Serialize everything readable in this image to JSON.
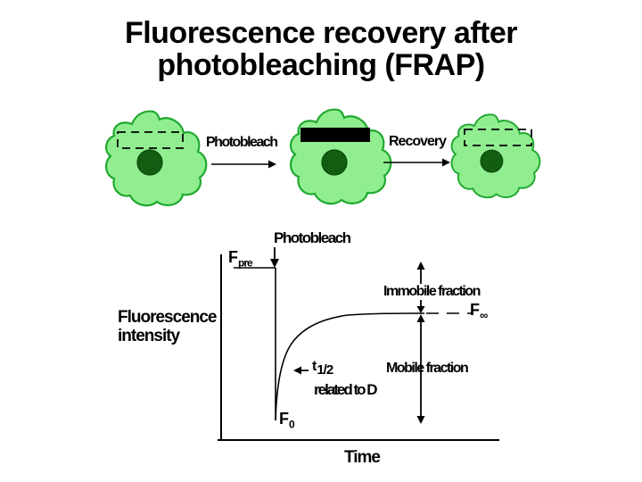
{
  "slide": {
    "title_line1": "Fluorescence recovery after",
    "title_line2": "photobleaching (FRAP)"
  },
  "diagram": {
    "step1_label": "Photobleach",
    "step2_label": "Recovery"
  },
  "graph": {
    "photobleach_label": "Photobleach",
    "ylabel_line1": "Fluorescence",
    "ylabel_line2": "intensity",
    "xlabel": "Time",
    "f_pre_base": "F",
    "f_pre_sub": "pre",
    "f_inf_base": "F",
    "f_inf_sub": "∞",
    "f_zero_base": "F",
    "f_zero_sub": "0",
    "t_half_base": "t",
    "t_half_sub": "1/2",
    "related_to_d": "related to D",
    "immobile_label": "Immobile fraction",
    "mobile_label": "Mobile fraction"
  },
  "colors": {
    "background": "#FFFFFF",
    "text": "#000000",
    "cell_fill": "#90EE90",
    "cell_outline": "#1FA82F",
    "nucleus_fill": "#1E7E1E",
    "nucleus_hatch": "#0A4A0A"
  },
  "chart_data": {
    "type": "line",
    "title": "FRAP recovery curve (schematic, unlabeled axes)",
    "xlabel": "Time",
    "ylabel": "Fluorescence intensity",
    "x": [
      -2,
      -0.01,
      0,
      0.25,
      0.5,
      0.75,
      1,
      1.5,
      2,
      3,
      4,
      5,
      6,
      8
    ],
    "series": [
      {
        "name": "Fluorescence intensity",
        "values": [
          1.0,
          1.0,
          0.1,
          0.35,
          0.5,
          0.6,
          0.67,
          0.75,
          0.79,
          0.81,
          0.82,
          0.82,
          0.82,
          0.82
        ]
      }
    ],
    "annotations": [
      "Photobleach occurs at t=0 (vertical drop, marked with down arrow)",
      "F_pre = pre-bleach intensity level",
      "F_0 = intensity immediately after bleach",
      "F_∞ = recovered plateau level (dashed leader to label)",
      "t_1/2 related to D (points at curve half-recovery)",
      "Immobile fraction = gap between F_pre and F_∞ (double arrow)",
      "Mobile fraction = gap between F_∞ and F_0 (double arrow)"
    ],
    "ylim": [
      0,
      1.1
    ],
    "grid": false,
    "legend_position": "none"
  }
}
